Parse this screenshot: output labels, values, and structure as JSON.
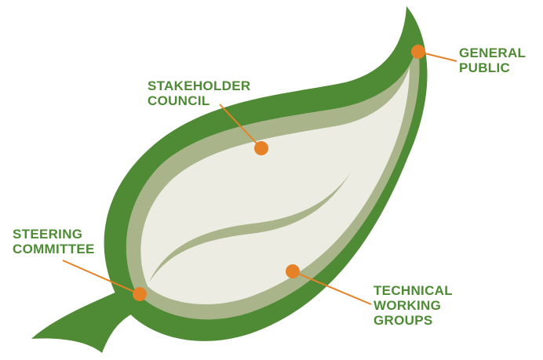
{
  "colors": {
    "leaf_outer": "#4f8a35",
    "leaf_middle": "#a9b48b",
    "leaf_inner": "#ecece3",
    "vein": "#a9b48b",
    "label_text": "#4d8b34",
    "callout_dot": "#e58228",
    "callout_line": "#e58228"
  },
  "labels": {
    "general_public": {
      "line1": "GENERAL",
      "line2": "PUBLIC"
    },
    "stakeholder_council": {
      "line1": "STAKEHOLDER",
      "line2": "COUNCIL"
    },
    "steering_committee": {
      "line1": "STEERING",
      "line2": "COMMITTEE"
    },
    "technical_working_groups": {
      "line1": "TECHNICAL",
      "line2": "WORKING",
      "line3": "GROUPS"
    }
  }
}
